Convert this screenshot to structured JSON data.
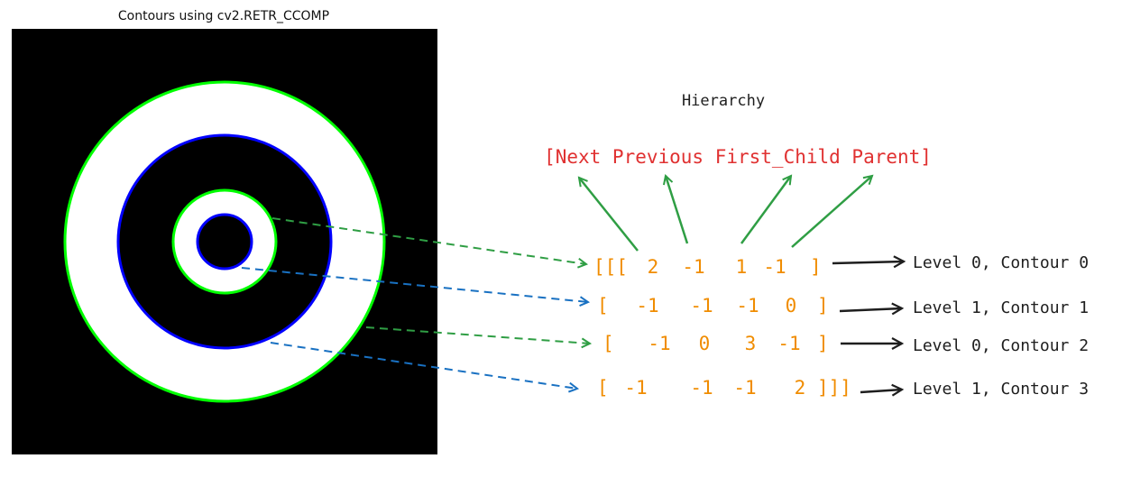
{
  "image": {
    "title": "Contours using cv2.RETR_CCOMP"
  },
  "hierarchy": {
    "title": "Hierarchy",
    "fields": "[Next Previous First_Child Parent]",
    "rows": [
      {
        "open": "[[[",
        "values": [
          "2",
          "-1",
          "1",
          "-1"
        ],
        "close": "]",
        "label": "Level 0, Contour 0"
      },
      {
        "open": "[",
        "values": [
          "-1",
          "-1",
          "-1",
          "0"
        ],
        "close": "]",
        "label": "Level 1, Contour 1"
      },
      {
        "open": "[",
        "values": [
          "-1",
          "0",
          "3",
          "-1"
        ],
        "close": "]",
        "label": "Level 0, Contour 2"
      },
      {
        "open": "[",
        "values": [
          "-1",
          "-1",
          "-1",
          "2"
        ],
        "close": "]]]",
        "label": "Level 1, Contour 3"
      }
    ]
  },
  "colors": {
    "level0": "#2f9e44",
    "level1": "#1971c2",
    "fields": "#e03131",
    "matrix": "#f08c00",
    "contour_green": "#00ff00",
    "contour_blue": "#0000ff",
    "ink": "#1e1e1e"
  }
}
